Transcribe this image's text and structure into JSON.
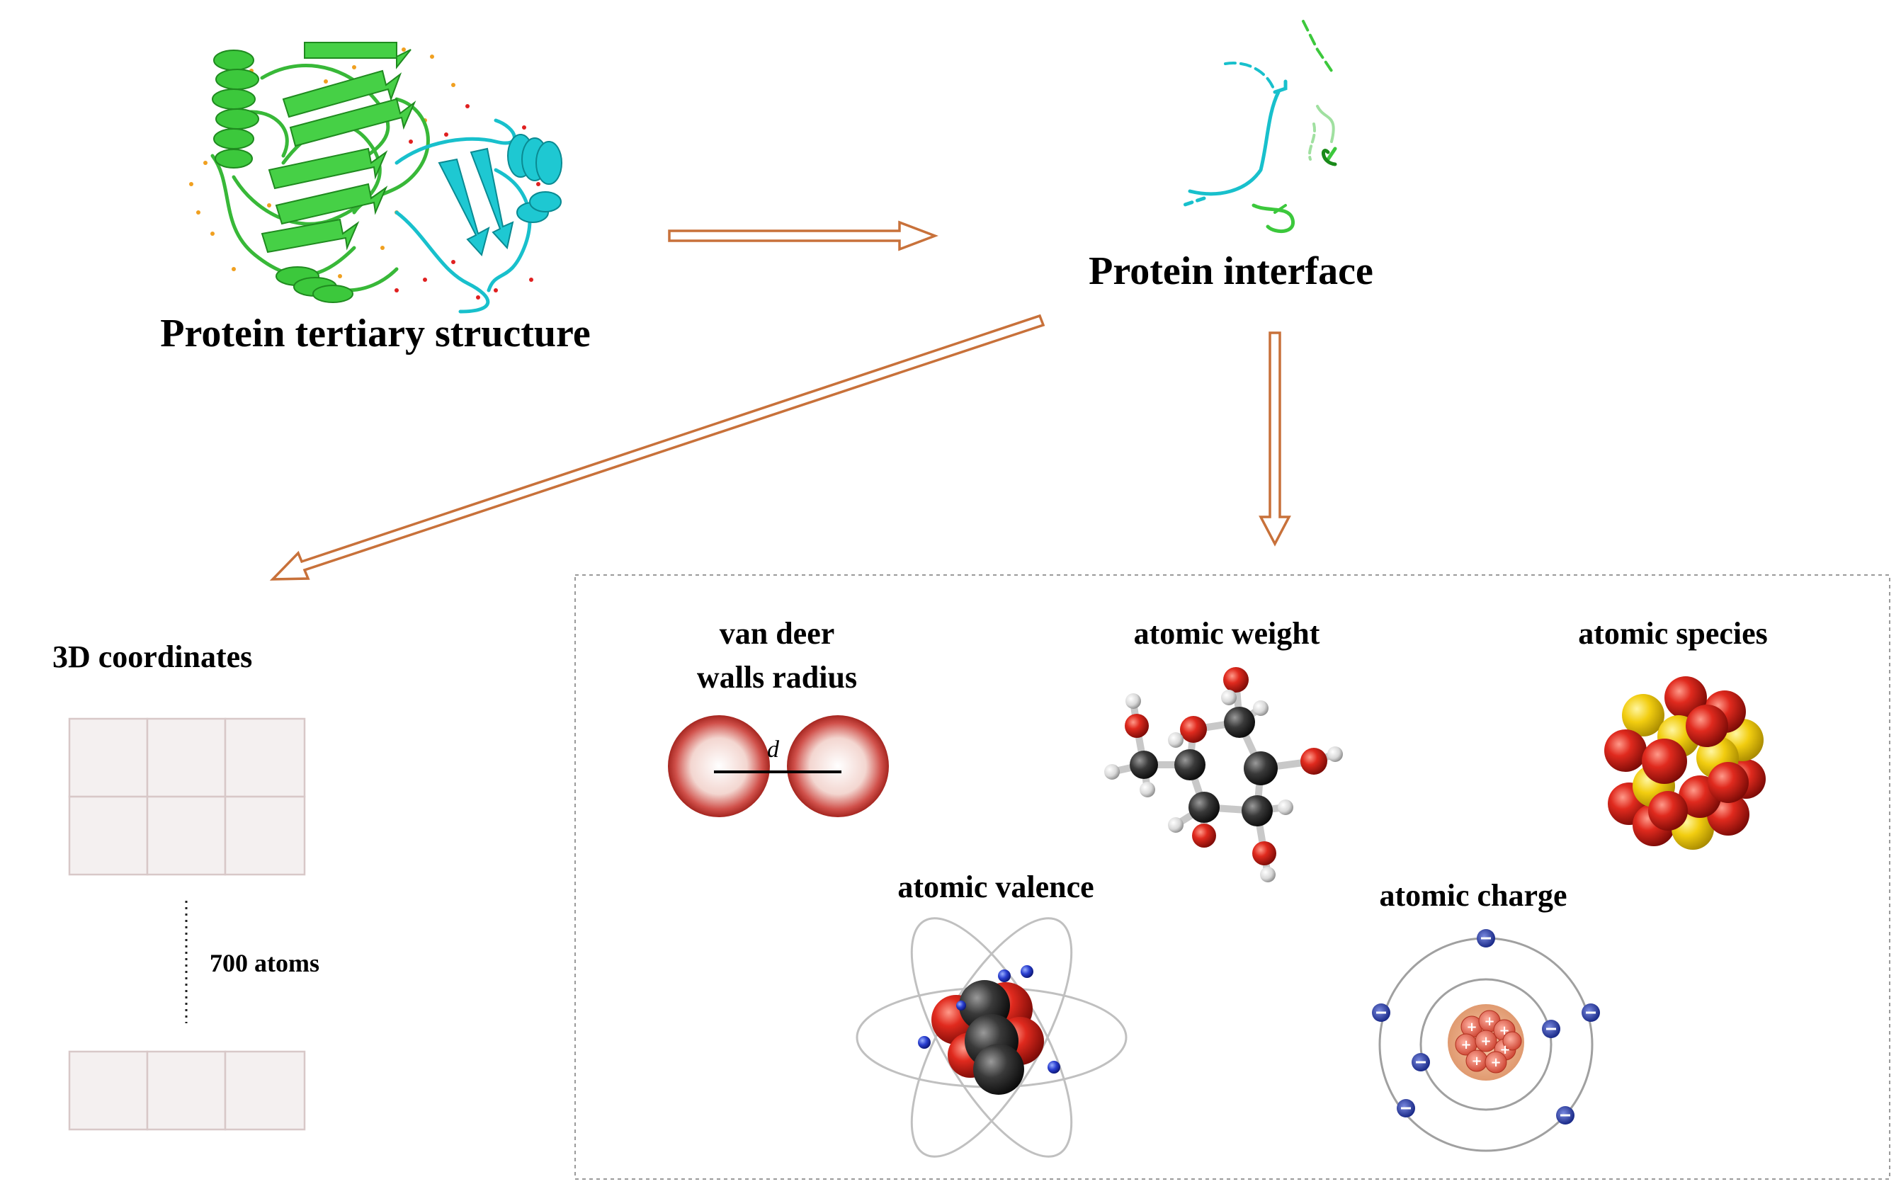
{
  "labels": {
    "tertiary": "Protein tertiary structure",
    "interface": "Protein interface",
    "coordinates": "3D coordinates",
    "atom_count": "700 atoms",
    "vdw_line1": "van deer",
    "vdw_line2": "walls radius",
    "vdw_symbol": "d",
    "weight": "atomic weight",
    "species": "atomic species",
    "valence": "atomic valence",
    "charge": "atomic charge"
  },
  "colors": {
    "arrow": "#c8713a",
    "chain_green": "#3cc83c",
    "chain_cyan": "#1ec8d2",
    "atom_red": "#c81414",
    "atom_yellow": "#f0d010",
    "carbon": "#3a3a3a",
    "hydrogen": "#e0e0e0",
    "electron": "#2a3fa8",
    "grid_border": "#d8c8c8",
    "grid_fill": "#f4f0f0",
    "box_border": "#9a9a9a"
  },
  "icons": [
    "protein-ribbon-icon",
    "interface-ribbon-icon",
    "vdw-spheres-icon",
    "molecule-ball-stick-icon",
    "atom-cluster-icon",
    "atom-orbit-icon",
    "bohr-model-icon"
  ]
}
